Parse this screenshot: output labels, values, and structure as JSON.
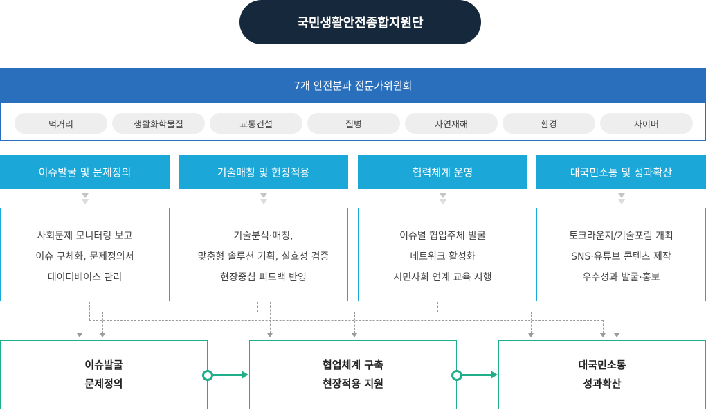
{
  "title": "국민생활안전종합지원단",
  "committee": {
    "heading": "7개 안전분과 전문가위원회",
    "fields": [
      "먹거리",
      "생활화학물질",
      "교통건설",
      "질병",
      "자연재해",
      "환경",
      "사이버"
    ]
  },
  "stages": [
    {
      "title": "이슈발굴 및 문제정의",
      "items": [
        "사회문제 모니터링 보고",
        "이슈 구체화, 문제정의서",
        "데이터베이스 관리"
      ]
    },
    {
      "title": "기술매칭 및 현장적용",
      "items": [
        "기술분석·매칭,",
        "맞춤형 솔루션 기획, 실효성 검증",
        "현장중심 피드백 반영"
      ]
    },
    {
      "title": "협력체계 운영",
      "items": [
        "이슈별 협업주체 발굴",
        "네트워크 활성화",
        "시민사회 연계 교육 시행"
      ]
    },
    {
      "title": "대국민소통 및 성과확산",
      "items": [
        "토크라운지/기술포럼 개최",
        "SNS·유튜브 콘텐츠 제작",
        "우수성과 발굴·홍보"
      ]
    }
  ],
  "results": [
    {
      "lines": [
        "이슈발굴",
        "문제정의"
      ]
    },
    {
      "lines": [
        "협업체계 구축",
        "현장적용 지원"
      ]
    },
    {
      "lines": [
        "대국민소통",
        "성과확산"
      ]
    }
  ],
  "colors": {
    "title_bg": "#16283b",
    "committee_blue": "#2a6fbc",
    "stage_cyan": "#1ba8d9",
    "result_green": "#1fae8a",
    "pill_gray": "#eeeeee"
  }
}
